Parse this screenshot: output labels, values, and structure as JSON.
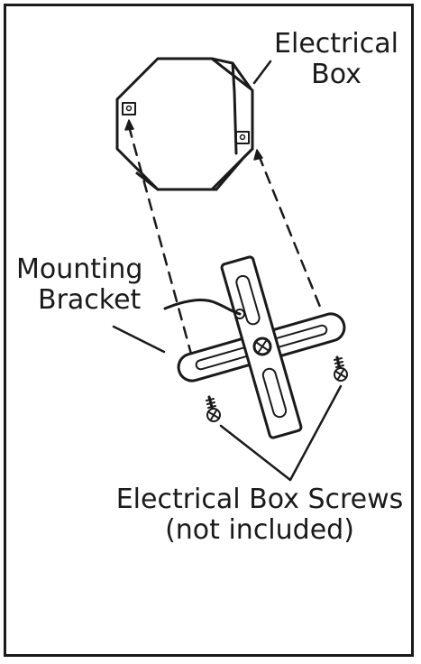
{
  "labels": {
    "electrical_box": [
      "Electrical",
      "Box"
    ],
    "mounting_bracket": [
      "Mounting",
      "Bracket"
    ],
    "screws": [
      "Electrical Box Screws",
      "(not included)"
    ]
  },
  "colors": {
    "ink": "#1a1a1a",
    "paper": "#ffffff"
  }
}
